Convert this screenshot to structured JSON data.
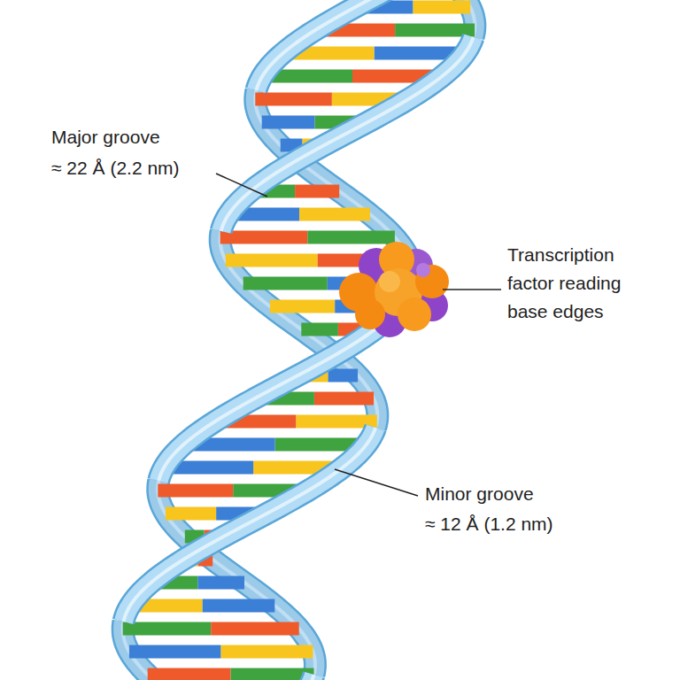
{
  "diagram": {
    "labels": [
      "Major groove",
      "≈ 22 Å (2.2 nm)",
      "Transcription factor reading base edges",
      "Minor groove",
      "≈ 12 Å (1.2 nm)"
    ]
  }
}
